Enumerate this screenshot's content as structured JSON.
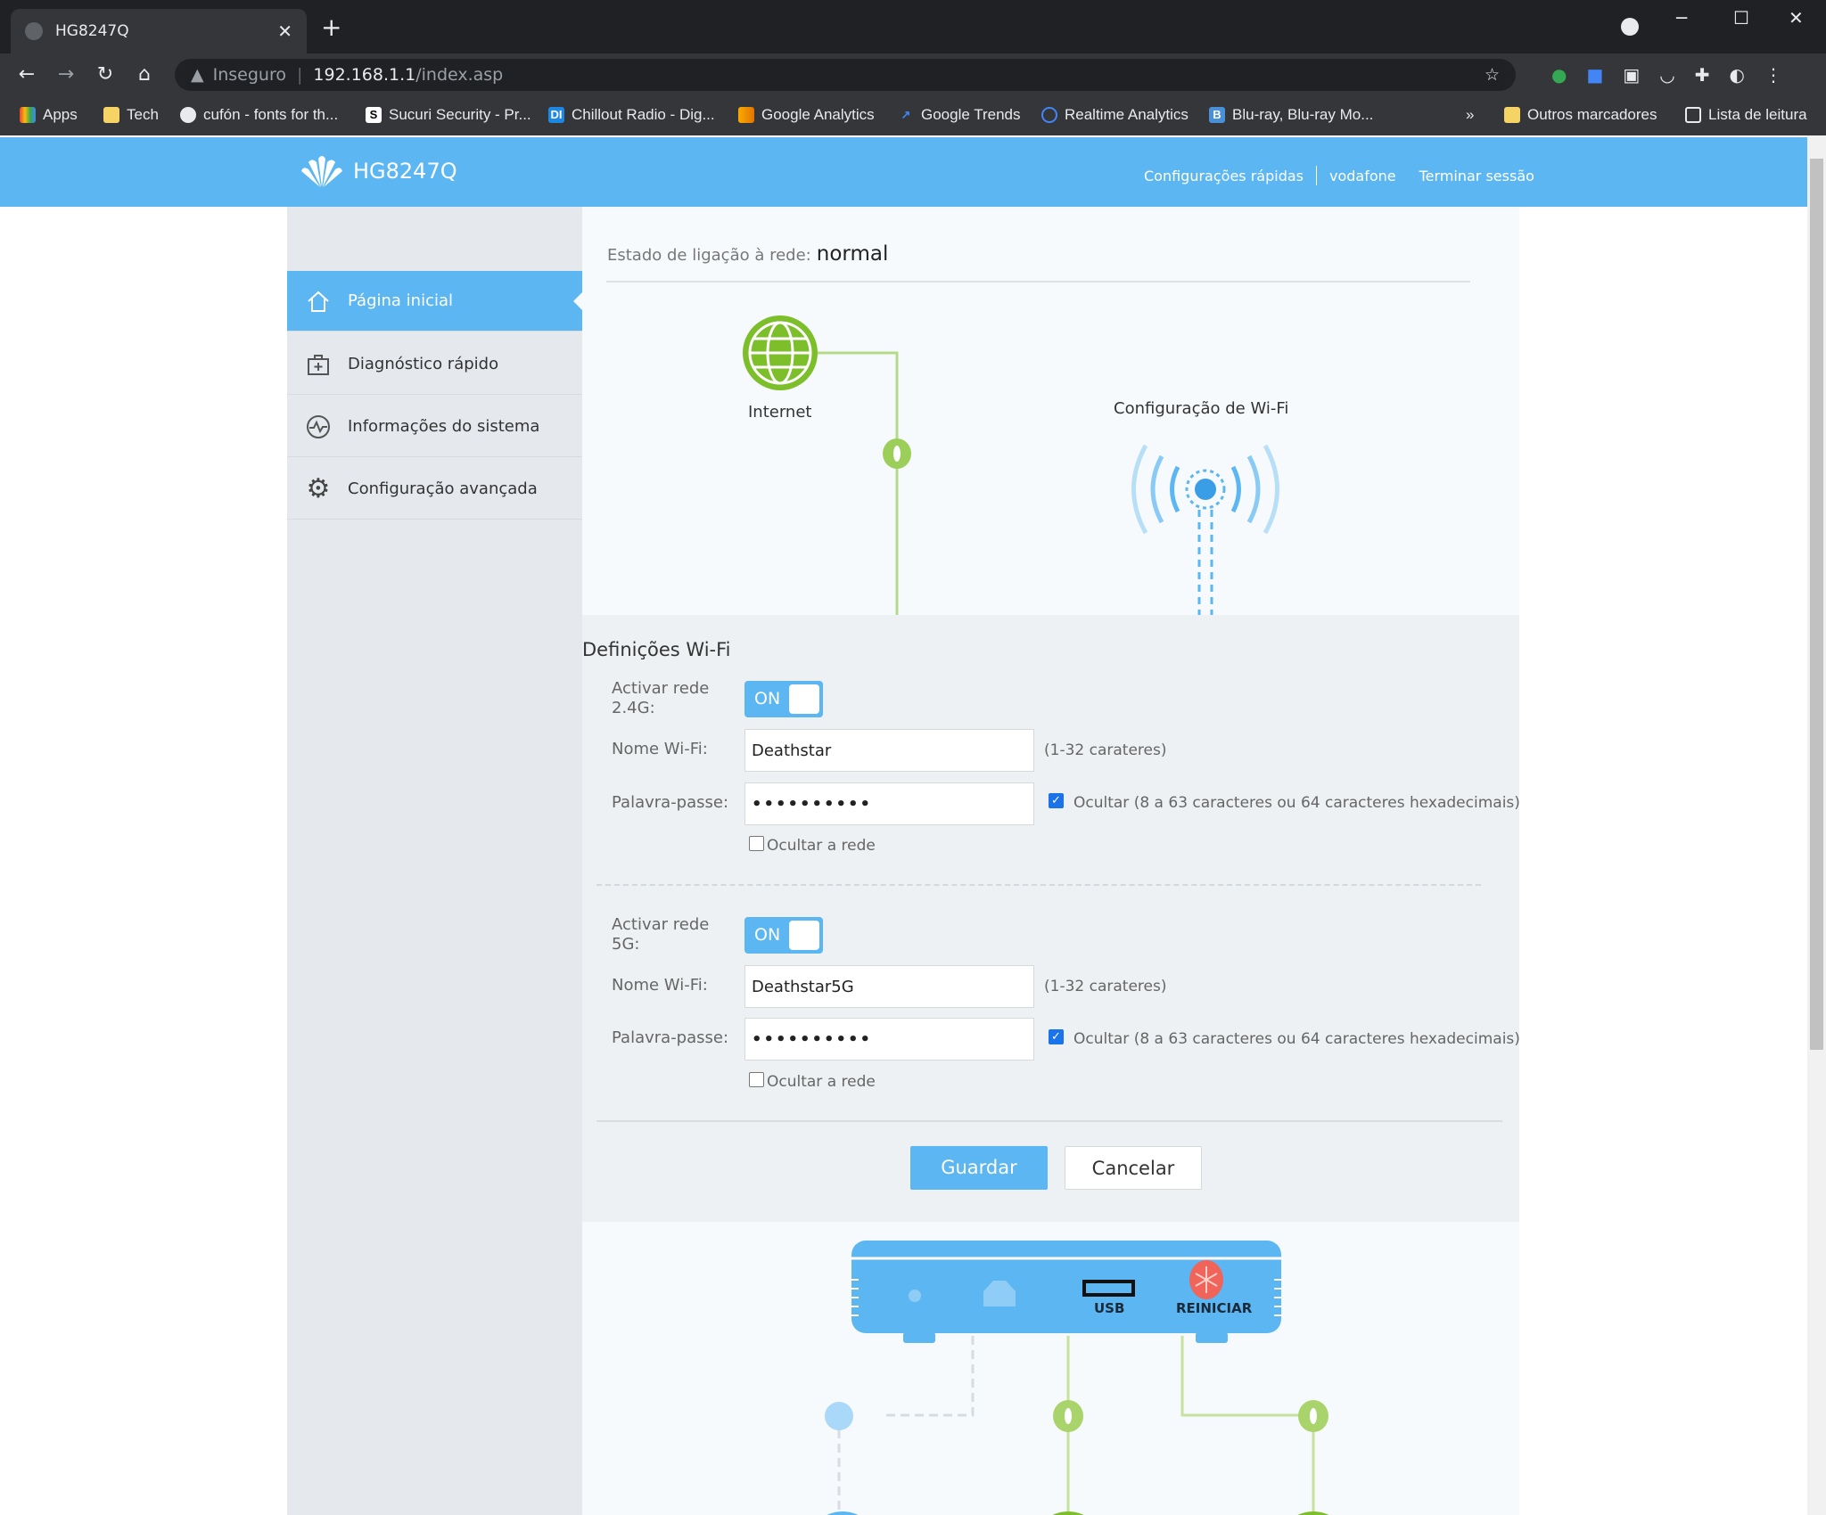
{
  "browser": {
    "tab_title": "HG8247Q",
    "security_label": "Inseguro",
    "url_host": "192.168.1.1",
    "url_path": "/index.asp",
    "bookmarks": [
      "Apps",
      "Tech",
      "cufón - fonts for th...",
      "Sucuri Security - Pr...",
      "Chillout Radio - Dig...",
      "Google Analytics",
      "Google Trends",
      "Realtime Analytics",
      "Blu-ray, Blu-ray Mo..."
    ],
    "more": "»",
    "other_bookmarks": "Outros marcadores",
    "reading_list": "Lista de leitura"
  },
  "header": {
    "model": "HG8247Q",
    "links": [
      "Configurações rápidas",
      "vodafone",
      "Terminar sessão"
    ]
  },
  "sidebar": {
    "items": [
      {
        "label": "Página inicial",
        "icon": "home-icon"
      },
      {
        "label": "Diagnóstico rápido",
        "icon": "medical-kit-icon"
      },
      {
        "label": "Informações do sistema",
        "icon": "pulse-icon"
      },
      {
        "label": "Configuração avançada",
        "icon": "gear-icon"
      }
    ]
  },
  "status": {
    "label": "Estado de ligação à rede:",
    "value": "normal"
  },
  "diagram": {
    "internet": "Internet",
    "wifi": "Configuração de Wi-Fi",
    "usb": "USB",
    "restart": "REINICIAR"
  },
  "wifi": {
    "title": "Definições Wi-Fi",
    "band24": {
      "enable_label": "Activar rede 2.4G:",
      "toggle": "ON",
      "name_label": "Nome Wi-Fi:",
      "name": "Deathstar",
      "name_hint": "(1-32 carateres)",
      "pass_label": "Palavra-passe:",
      "password": "••••••••••",
      "hide_pass": "Ocultar (8 a 63 caracteres ou 64 caracteres hexadecimais)",
      "hide_net": "Ocultar a rede"
    },
    "band5": {
      "enable_label": "Activar rede 5G:",
      "toggle": "ON",
      "name_label": "Nome Wi-Fi:",
      "name": "Deathstar5G",
      "name_hint": "(1-32 carateres)",
      "pass_label": "Palavra-passe:",
      "password": "••••••••••",
      "hide_pass": "Ocultar (8 a 63 caracteres ou 64 caracteres hexadecimais)",
      "hide_net": "Ocultar a rede"
    },
    "save": "Guardar",
    "cancel": "Cancelar"
  },
  "colors": {
    "accent": "#5bb6f2",
    "green": "#8cc63f",
    "restart": "#f0645a"
  }
}
